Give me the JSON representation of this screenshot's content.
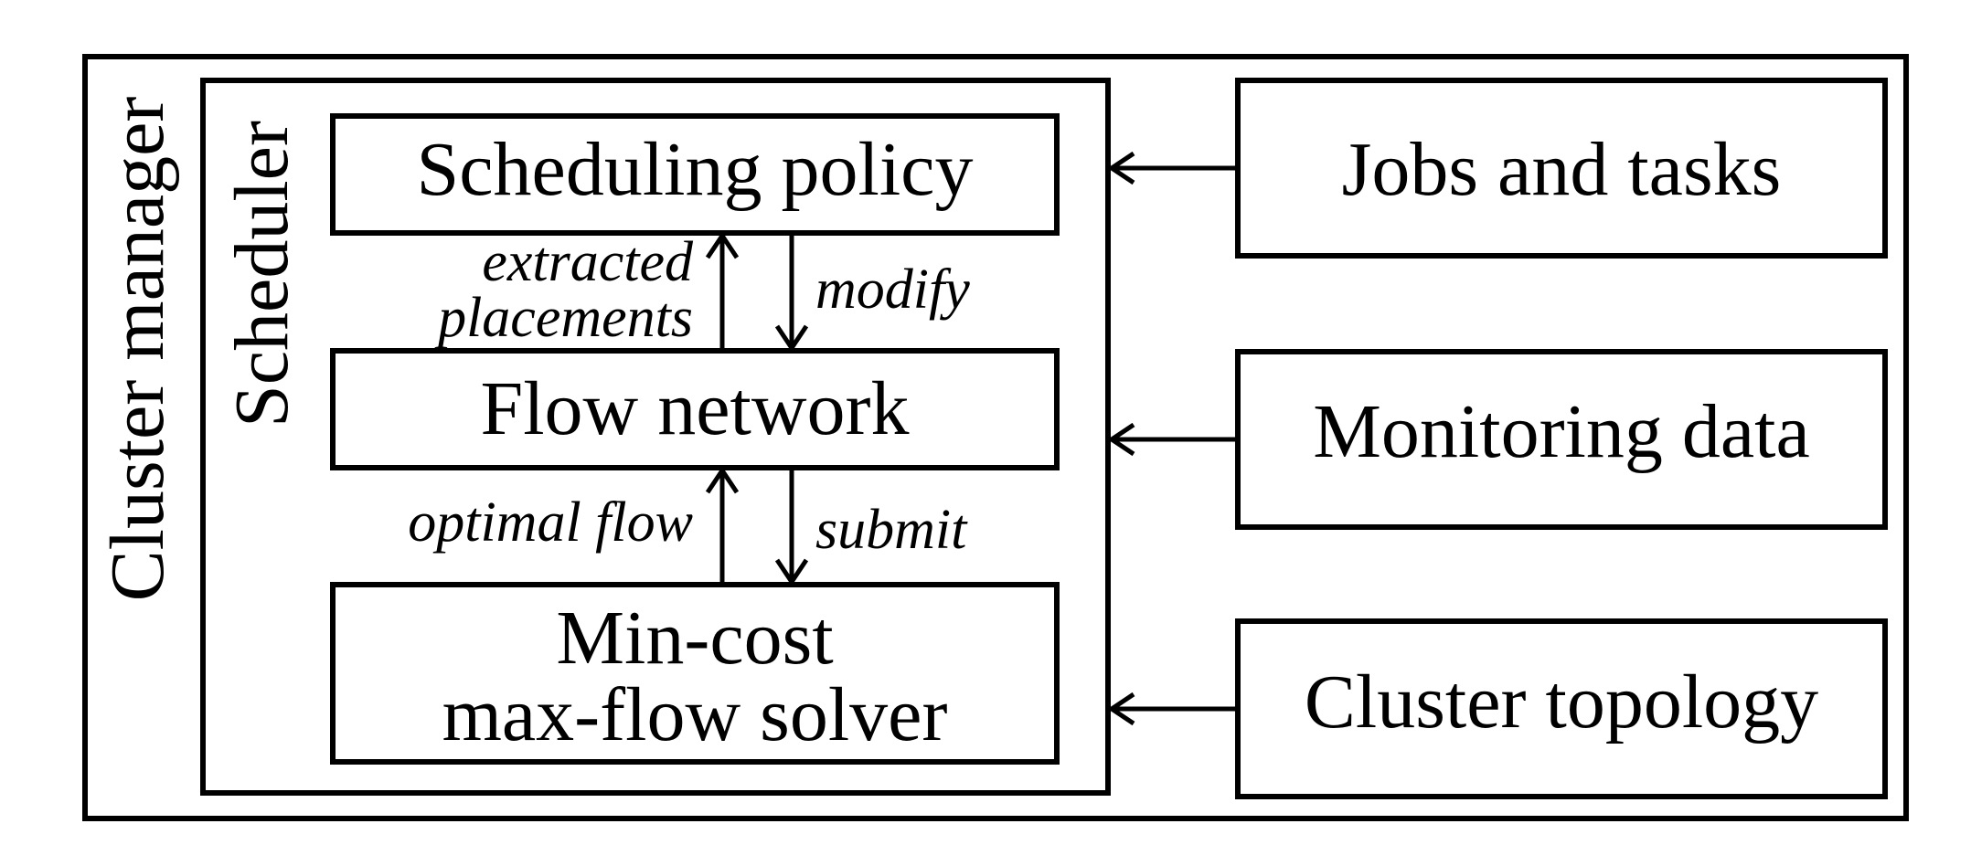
{
  "containers": {
    "cluster_manager": "Cluster manager",
    "scheduler": "Scheduler"
  },
  "boxes": {
    "scheduling_policy": "Scheduling policy",
    "flow_network": "Flow network",
    "solver_line1": "Min-cost",
    "solver_line2": "max-flow solver",
    "jobs_and_tasks": "Jobs and tasks",
    "monitoring_data": "Monitoring data",
    "cluster_topology": "Cluster topology"
  },
  "edges": {
    "extracted_line1": "extracted",
    "extracted_line2": "placements",
    "modify": "modify",
    "optimal_flow": "optimal flow",
    "submit": "submit"
  }
}
